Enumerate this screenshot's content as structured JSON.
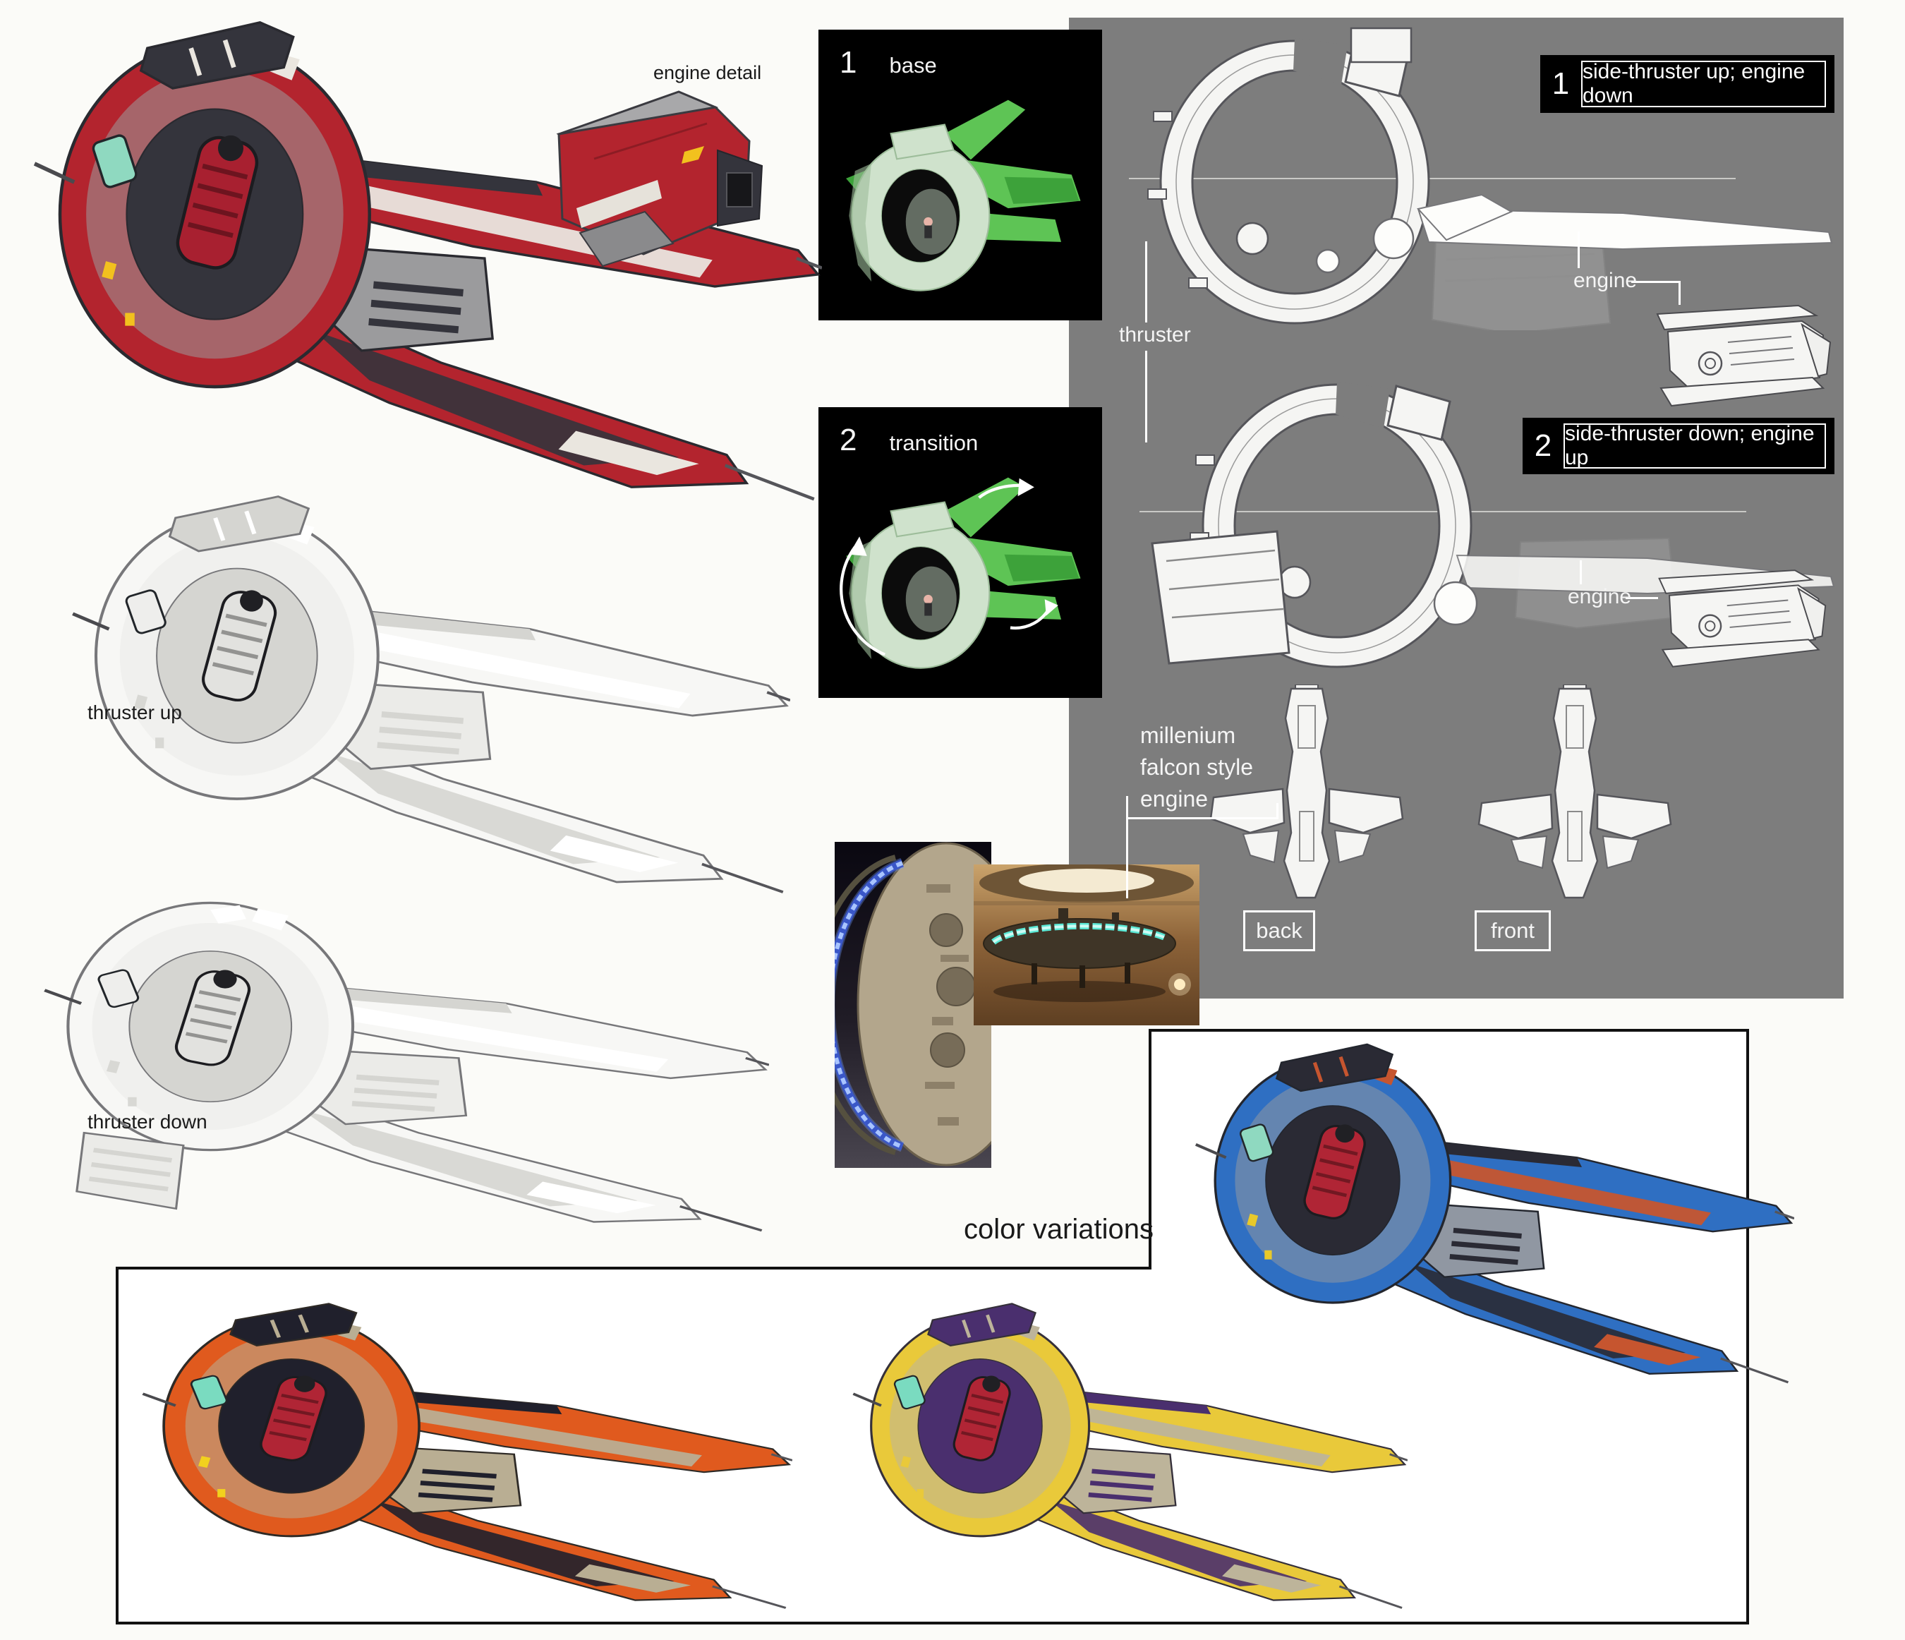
{
  "left": {
    "engine_detail": "engine detail",
    "thruster_up": "thruster up",
    "thruster_down": "thruster down"
  },
  "panels": [
    {
      "number": "1",
      "title": "base"
    },
    {
      "number": "2",
      "title": "transition"
    }
  ],
  "board": {
    "background": "#7d7d7d",
    "configs": [
      {
        "number": "1",
        "caption": "side-thruster up; engine down",
        "engine_label": "engine"
      },
      {
        "number": "2",
        "caption": "side-thruster down; engine up",
        "engine_label": "engine"
      }
    ],
    "thruster_label": "thruster",
    "falcon_note_lines": [
      "millenium",
      "falcon style",
      "engine"
    ],
    "back_label": "back",
    "front_label": "front"
  },
  "variations": {
    "label": "color variations",
    "variants": [
      "red",
      "sketch",
      "orange",
      "yellow-purple",
      "blue-orange"
    ]
  },
  "palettes": {
    "red": {
      "primary": "#b3242e",
      "secondary": "#eae6df",
      "hull": "#9b9b9d",
      "dark": "#34343c",
      "seat": "#a82030",
      "canopy": "#8fd9c0",
      "accent": "#f2c11e",
      "stroke": "#2a2a30"
    },
    "sketch": {
      "primary": "#f7f7f5",
      "secondary": "#ffffff",
      "hull": "#ebebe8",
      "dark": "#d5d5d1",
      "seat": "#e2e2df",
      "canopy": "#eeeeec",
      "accent": "#d8d8d4",
      "stroke": "#77777a"
    },
    "orange": {
      "primary": "#e05a1e",
      "secondary": "#b9ae93",
      "hull": "#b9ae93",
      "dark": "#20202c",
      "seat": "#b02535",
      "canopy": "#7adbc0",
      "accent": "#f2d11e",
      "stroke": "#2e2a26"
    },
    "yellow": {
      "primary": "#e9c93a",
      "secondary": "#bdb49a",
      "hull": "#bdb49a",
      "dark": "#4a2f6e",
      "seat": "#b02535",
      "canopy": "#7adbc0",
      "accent": "#e9c93a",
      "stroke": "#35303a"
    },
    "blue": {
      "primary": "#2f6fc2",
      "secondary": "#c6552f",
      "hull": "#9097a2",
      "dark": "#2a2a34",
      "seat": "#b02535",
      "canopy": "#8fd9c0",
      "accent": "#e8c92a",
      "stroke": "#23262e"
    },
    "model": {
      "ring": "#cfe2cc",
      "ring_shade": "#9dbd9a",
      "wing": "#5ec455",
      "wing_dark": "#3da23a",
      "figure": "#e8b4a8"
    },
    "lineart": {
      "fill": "#f5f5f3",
      "stroke": "#55555a",
      "ghost": "#a2a2a2",
      "guide": "#c9c9c6"
    },
    "photos": {
      "glow_blue": "#6f9bff",
      "hull_tan": "#b3a68c",
      "glow_teal": "#5ae8d5",
      "hangar_brown": "#8c6238"
    },
    "outline_box": "#111111"
  }
}
